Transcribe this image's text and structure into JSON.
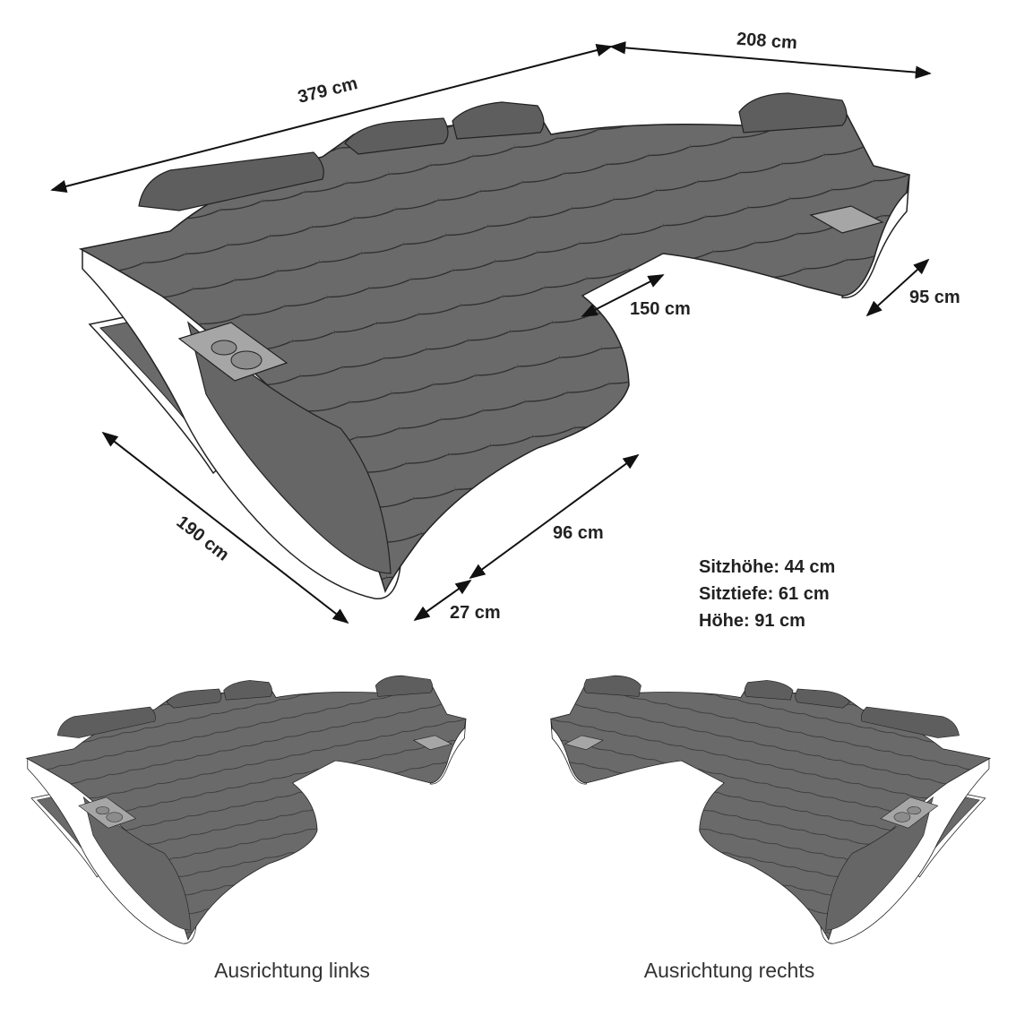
{
  "dimensions": {
    "total_width": "379 cm",
    "side_width": "208 cm",
    "inner_depth": "150 cm",
    "side_depth": "95 cm",
    "chaise_length": "190 cm",
    "chaise_width": "96 cm",
    "armrest_width": "27 cm"
  },
  "specs": [
    "Sitzhöhe: 44 cm",
    "Sitztiefe: 61 cm",
    "Höhe: 91 cm"
  ],
  "variants": [
    {
      "label": "Ausrichtung links"
    },
    {
      "label": "Ausrichtung rechts"
    }
  ],
  "colors": {
    "upholstery": "#6a6a6a",
    "frame": "#ffffff",
    "outline": "#222222",
    "console": "#a6a6a6"
  }
}
